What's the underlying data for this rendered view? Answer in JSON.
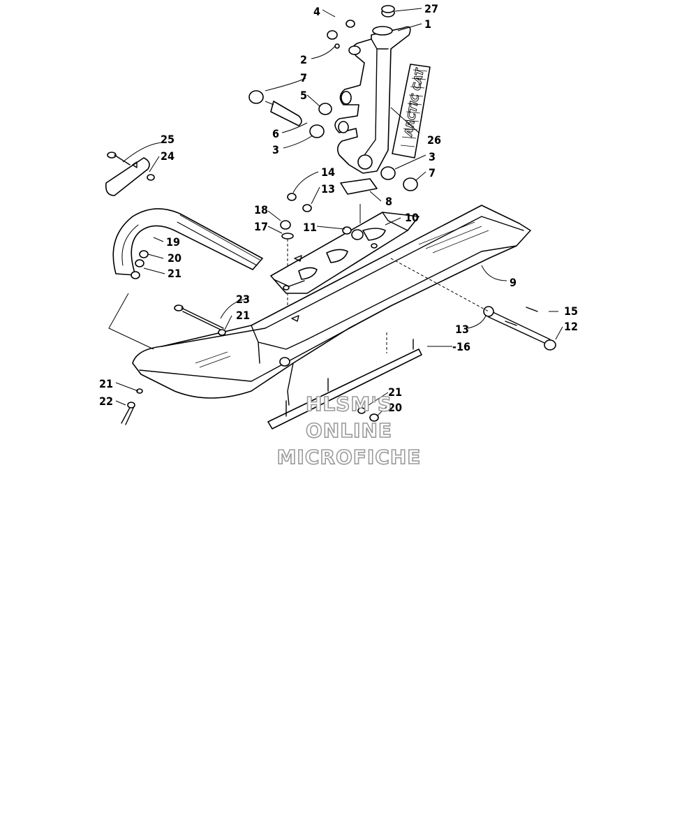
{
  "callouts": [
    {
      "id": "c27",
      "label": "27"
    },
    {
      "id": "c1",
      "label": "1"
    },
    {
      "id": "c4",
      "label": "4"
    },
    {
      "id": "c2",
      "label": "2"
    },
    {
      "id": "c7a",
      "label": "7"
    },
    {
      "id": "c5",
      "label": "5"
    },
    {
      "id": "c6",
      "label": "6"
    },
    {
      "id": "c3a",
      "label": "3"
    },
    {
      "id": "c26",
      "label": "26"
    },
    {
      "id": "c3b",
      "label": "3"
    },
    {
      "id": "c7b",
      "label": "7"
    },
    {
      "id": "c25",
      "label": "25"
    },
    {
      "id": "c24",
      "label": "24"
    },
    {
      "id": "c14",
      "label": "14"
    },
    {
      "id": "c13a",
      "label": "13"
    },
    {
      "id": "c8",
      "label": "8"
    },
    {
      "id": "c18",
      "label": "18"
    },
    {
      "id": "c10",
      "label": "10"
    },
    {
      "id": "c17",
      "label": "17"
    },
    {
      "id": "c11",
      "label": "11"
    },
    {
      "id": "c19",
      "label": "19"
    },
    {
      "id": "c20a",
      "label": "20"
    },
    {
      "id": "c21a",
      "label": "21"
    },
    {
      "id": "c9",
      "label": "9"
    },
    {
      "id": "c23",
      "label": "23"
    },
    {
      "id": "c21b",
      "label": "21"
    },
    {
      "id": "c15",
      "label": "15"
    },
    {
      "id": "c13b",
      "label": "13"
    },
    {
      "id": "c12",
      "label": "12"
    },
    {
      "id": "c16",
      "label": "-16"
    },
    {
      "id": "c21c",
      "label": "21"
    },
    {
      "id": "c22",
      "label": "22"
    },
    {
      "id": "c21d",
      "label": "21"
    },
    {
      "id": "c20b",
      "label": "20"
    }
  ],
  "watermark": {
    "line1": "HLSM'S",
    "line2": "ONLINE",
    "line3": "MICROFICHE"
  }
}
